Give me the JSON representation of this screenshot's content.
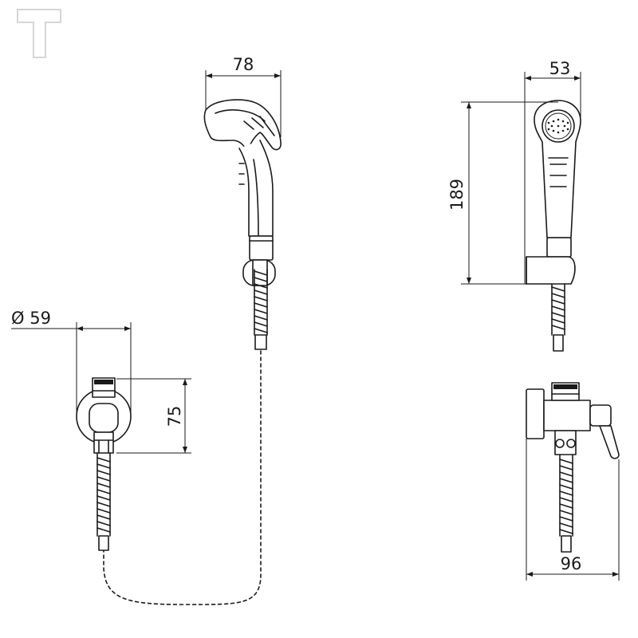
{
  "dimensions": {
    "handshower_width": "78",
    "handshower_depth": "53",
    "handshower_height": "189",
    "valve_diameter": "Ø 59",
    "valve_height": "75",
    "valve_projection": "96"
  },
  "icons": {
    "brand_mark": "brand-logo-icon"
  },
  "colors": {
    "line": "#1a1a1a",
    "logo": "#d6d6d6",
    "background": "#ffffff"
  }
}
